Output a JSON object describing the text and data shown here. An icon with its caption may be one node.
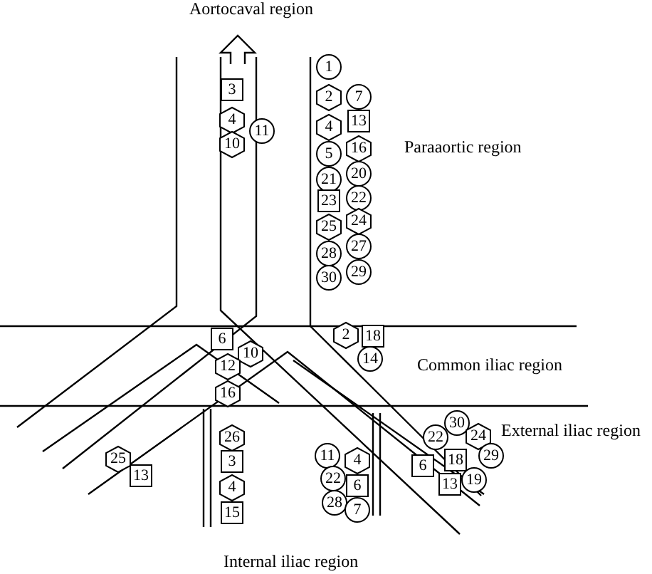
{
  "diagram": {
    "nodes": [
      {
        "text": [
          "3"
        ]
      },
      {
        "text": [
          "4"
        ]
      },
      {
        "text": [
          "11"
        ]
      },
      {
        "text": [
          "10"
        ]
      },
      {
        "text": [
          "1"
        ]
      },
      {
        "text": [
          "2"
        ]
      },
      {
        "text": [
          "7"
        ]
      },
      {
        "text": [
          "13"
        ]
      },
      {
        "text": [
          "4"
        ]
      },
      {
        "text": [
          "16"
        ]
      },
      {
        "text": [
          "5"
        ]
      },
      {
        "text": [
          "20"
        ]
      },
      {
        "text": [
          "21"
        ]
      },
      {
        "text": [
          "22"
        ]
      },
      {
        "text": [
          "23"
        ]
      },
      {
        "text": [
          "24"
        ]
      },
      {
        "text": [
          "25"
        ]
      },
      {
        "text": [
          "27"
        ]
      },
      {
        "text": [
          "28"
        ]
      },
      {
        "text": [
          "29"
        ]
      },
      {
        "text": [
          "30"
        ]
      },
      {
        "text": [
          "2"
        ]
      },
      {
        "text": [
          "18"
        ]
      },
      {
        "text": [
          "6"
        ]
      },
      {
        "text": [
          "10"
        ]
      },
      {
        "text": [
          "14"
        ]
      },
      {
        "text": [
          "12"
        ]
      },
      {
        "text": [
          "16"
        ]
      },
      {
        "text": [
          "30"
        ]
      },
      {
        "text": [
          "22"
        ]
      },
      {
        "text": [
          "24"
        ]
      },
      {
        "text": [
          "26"
        ]
      },
      {
        "text": [
          "11"
        ]
      },
      {
        "text": [
          "25"
        ]
      },
      {
        "text": [
          "4"
        ]
      },
      {
        "text": [
          "18"
        ]
      },
      {
        "text": [
          "3"
        ]
      },
      {
        "text": [
          "29"
        ]
      },
      {
        "text": [
          "6"
        ]
      },
      {
        "text": [
          "13"
        ]
      },
      {
        "text": [
          "22"
        ]
      },
      {
        "text": [
          "19"
        ]
      },
      {
        "text": [
          "13"
        ]
      },
      {
        "text": [
          "6"
        ]
      },
      {
        "text": [
          "4"
        ]
      },
      {
        "text": [
          "28"
        ]
      },
      {
        "text": [
          "7"
        ]
      },
      {
        "text": [
          "15"
        ]
      }
    ],
    "labels": [
      "Aortocaval region",
      "Paraaortic region",
      "Common iliac region",
      "External iliac region",
      "Internal iliac region"
    ]
  }
}
